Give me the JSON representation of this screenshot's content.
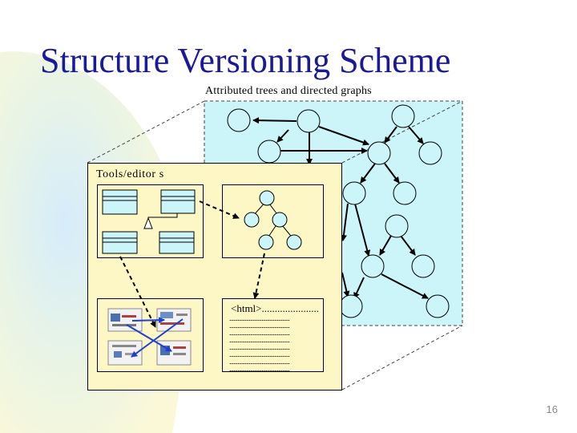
{
  "slide": {
    "title": "Structure Versioning Scheme",
    "subtitle": "Attributed trees and directed graphs",
    "tools_label": "Tools/editor s",
    "html_snippet": "<html>......................",
    "dots_line": "...........................................",
    "page_number": "16"
  },
  "colors": {
    "title": "#1a1a99",
    "graph_plane": "#ccf5fa",
    "tool_plane": "#fdf7c6",
    "blue_arrow": "#1f3fd0",
    "blob": "#dff0fb"
  }
}
